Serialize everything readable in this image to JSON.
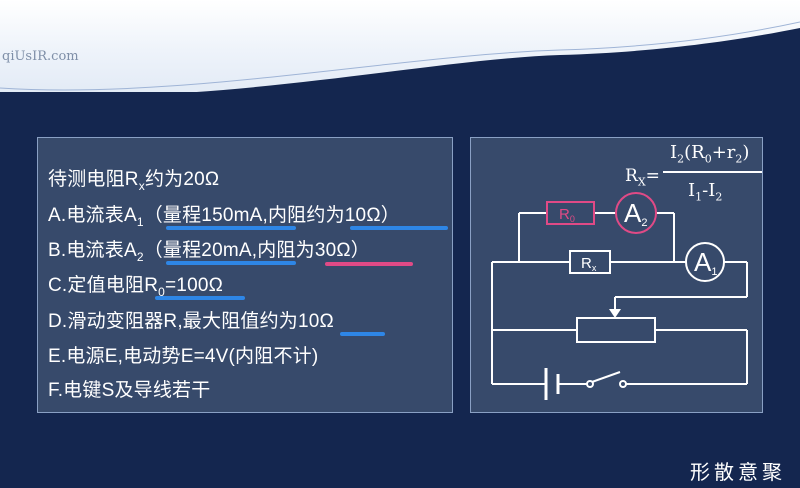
{
  "header": {
    "watermark": "qiUsIR.com"
  },
  "problem": {
    "lines": [
      {
        "pre": "待测电阻R",
        "sub": "x",
        "post": "约为20Ω"
      },
      {
        "pre": "A.电流表A",
        "sub": "1",
        "post": "（量程150mA,内阻约为10Ω）"
      },
      {
        "pre": "B.电流表A",
        "sub": "2",
        "post": "（量程20mA,内阻为30Ω）"
      },
      {
        "pre": "C.定值电阻R",
        "sub": "0",
        "post": "=100Ω"
      },
      {
        "pre": "D.滑动变阻器R,最大阻值约为10Ω",
        "sub": "",
        "post": ""
      },
      {
        "pre": "E.电源E,电动势E=4V(内阻不计)",
        "sub": "",
        "post": ""
      },
      {
        "pre": "F.电键S及导线若干",
        "sub": "",
        "post": ""
      }
    ]
  },
  "circuit": {
    "r0_label": "R",
    "r0_sub": "0",
    "rx_label": "R",
    "rx_sub": "x",
    "a2_label": "A",
    "a2_sub": "2",
    "a1_label": "A",
    "a1_sub": "1"
  },
  "formula": {
    "lhs": "R",
    "lhs_sub": "X",
    "eq": "=",
    "num": "I",
    "num_sub": "2",
    "num_rest": "(R",
    "num_sub2": "0",
    "num_rest2": "+r",
    "num_sub3": "2",
    "num_end": ")",
    "den": "I",
    "den_sub": "1",
    "den_mid": "-I",
    "den_sub2": "2"
  },
  "brand": {
    "text": "形散意聚"
  },
  "colors": {
    "background": "#14264f",
    "panel": "#374a6b",
    "accent_blue": "#2e86e6",
    "accent_pink": "#e04a86",
    "r0_border": "#e04a86"
  }
}
